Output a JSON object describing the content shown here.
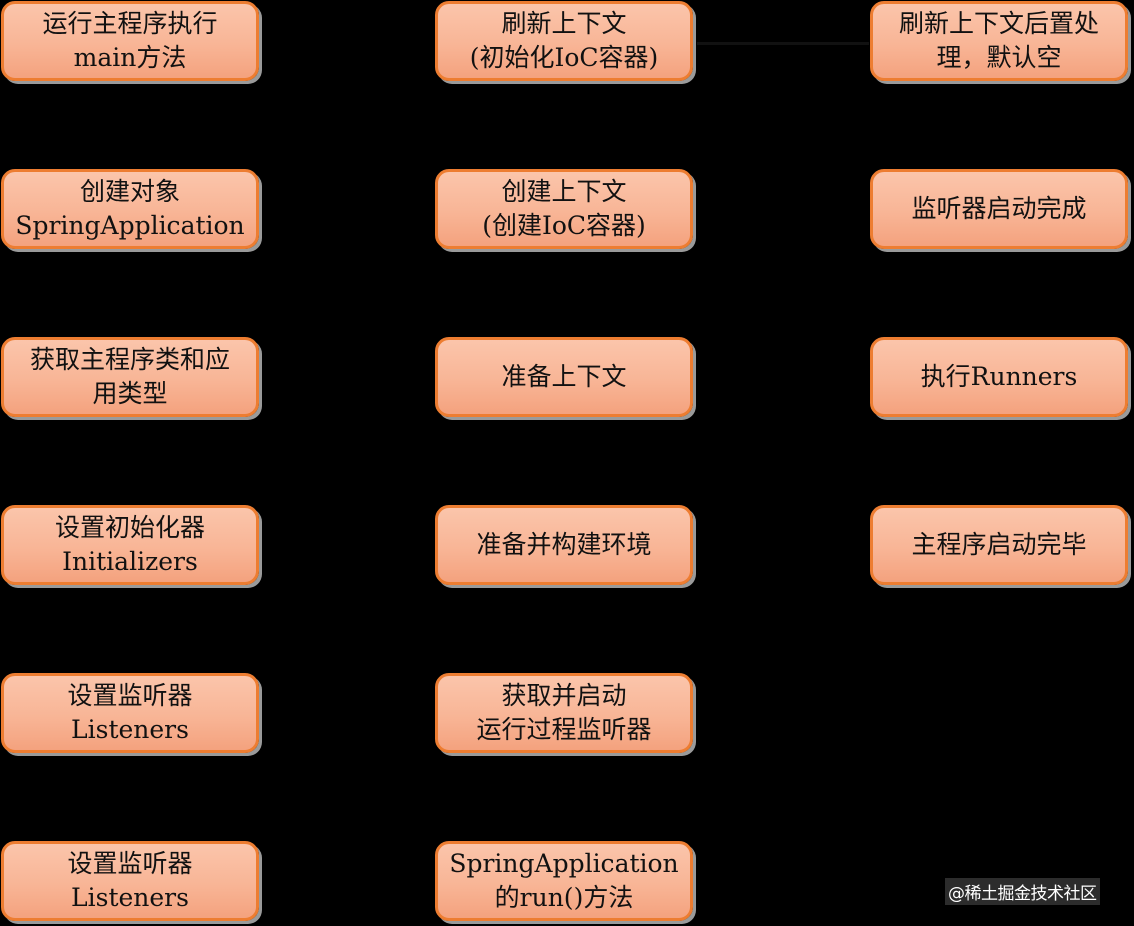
{
  "diagram": {
    "title": "SpringApplication run flow",
    "background": "#000000",
    "node_style": {
      "border": "#ED7D31",
      "fill_top": "#FBC5AB",
      "fill_bottom": "#F4A27E",
      "text": "#111111"
    },
    "columns": [
      {
        "nodes": [
          {
            "line1": "运行主程序执行",
            "line2": "main方法"
          },
          {
            "line1": "创建对象",
            "line2": "SpringApplication"
          },
          {
            "line1": "获取主程序类和应",
            "line2": "用类型"
          },
          {
            "line1": "设置初始化器",
            "line2": "Initializers"
          },
          {
            "line1": "设置监听器",
            "line2": "Listeners"
          },
          {
            "line1": "设置监听器",
            "line2": "Listeners"
          }
        ]
      },
      {
        "nodes": [
          {
            "line1": "刷新上下文",
            "line2": "(初始化IoC容器)"
          },
          {
            "line1": "创建上下文",
            "line2": "(创建IoC容器)"
          },
          {
            "line1": "准备上下文",
            "line2": ""
          },
          {
            "line1": "准备并构建环境",
            "line2": ""
          },
          {
            "line1": "获取并启动",
            "line2": "运行过程监听器"
          },
          {
            "line1": "SpringApplication",
            "line2": "的run()方法"
          }
        ]
      },
      {
        "nodes": [
          {
            "line1": "刷新上下文后置处",
            "line2": "理，默认空"
          },
          {
            "line1": "监听器启动完成",
            "line2": ""
          },
          {
            "line1": "执行Runners",
            "line2": ""
          },
          {
            "line1": "主程序启动完毕",
            "line2": ""
          }
        ]
      }
    ],
    "watermark": "@稀土掘金技术社区"
  }
}
